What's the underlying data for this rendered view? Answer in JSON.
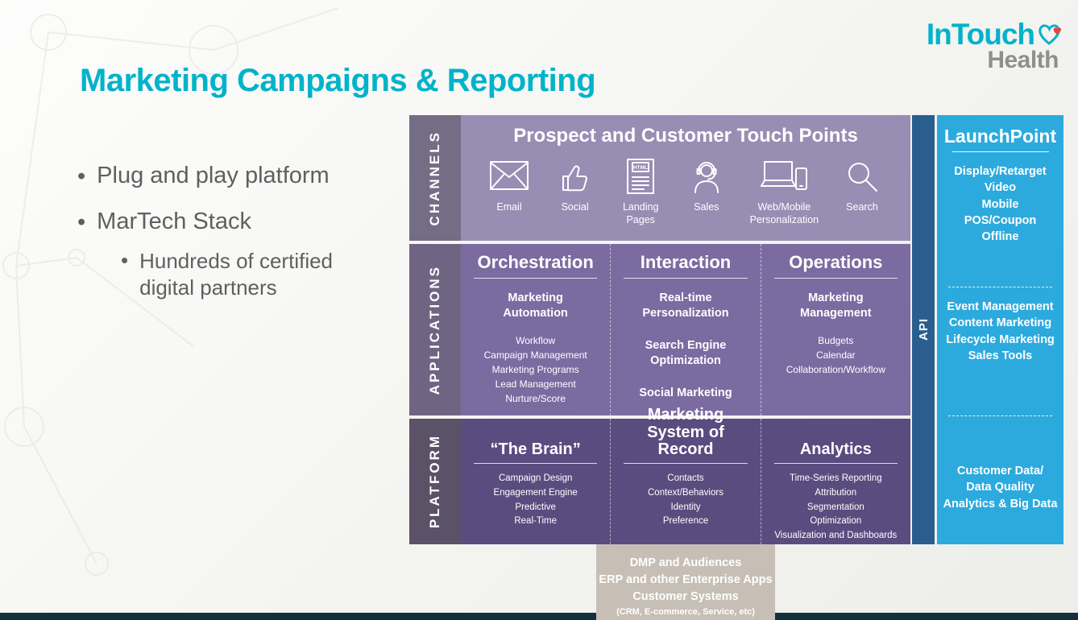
{
  "slide": {
    "title": "Marketing Campaigns & Reporting"
  },
  "logo": {
    "line1": "InTouch",
    "line2": "Health"
  },
  "bullets": [
    "Plug and play platform",
    "MarTech Stack",
    "Hundreds of certified digital partners"
  ],
  "diagram": {
    "channels": {
      "side_label": "CHANNELS",
      "title": "Prospect and Customer Touch Points",
      "items": [
        {
          "icon": "email-icon",
          "label": "Email"
        },
        {
          "icon": "thumbs-up-icon",
          "label": "Social"
        },
        {
          "icon": "landing-page-icon",
          "label": "Landing Pages"
        },
        {
          "icon": "sales-agent-icon",
          "label": "Sales"
        },
        {
          "icon": "web-mobile-icon",
          "label": "Web/Mobile Personalization"
        },
        {
          "icon": "search-icon",
          "label": "Search"
        }
      ]
    },
    "applications": {
      "side_label": "APPLICATIONS",
      "orchestration": {
        "heading": "Orchestration",
        "group_title": "Marketing Automation",
        "items": [
          "Workflow",
          "Campaign Management",
          "Marketing Programs",
          "Lead Management",
          "Nurture/Score"
        ]
      },
      "interaction": {
        "heading": "Interaction",
        "titles": [
          "Real-time Personalization",
          "Search Engine Optimization",
          "Social Marketing"
        ]
      },
      "operations": {
        "heading": "Operations",
        "group_title": "Marketing Management",
        "items": [
          "Budgets",
          "Calendar",
          "Collaboration/Workflow"
        ]
      }
    },
    "platform": {
      "side_label": "PLATFORM",
      "brain": {
        "heading": "“The Brain”",
        "items": [
          "Campaign Design",
          "Engagement Engine",
          "Predictive",
          "Real-Time"
        ]
      },
      "system_of_record": {
        "heading": "Marketing System of Record",
        "items": [
          "Contacts",
          "Context/Behaviors",
          "Identity",
          "Preference"
        ]
      },
      "analytics": {
        "heading": "Analytics",
        "items": [
          "Time-Series Reporting",
          "Attribution",
          "Segmentation",
          "Optimization",
          "Visualization and Dashboards"
        ]
      }
    },
    "api_label": "API",
    "launchpoint": {
      "heading": "LaunchPoint",
      "sections": [
        [
          "Display/Retarget",
          "Video",
          "Mobile",
          "POS/Coupon",
          "Offline"
        ],
        [
          "Event Management",
          "Content Marketing",
          "Lifecycle Marketing",
          "Sales Tools"
        ],
        [
          "Customer Data/",
          "Data Quality",
          "Analytics & Big Data"
        ]
      ]
    },
    "bottom_box": {
      "lines": [
        "DMP and Audiences",
        "ERP and other Enterprise Apps",
        "Customer Systems"
      ],
      "subline": "(CRM, E-commerce, Service, etc)"
    }
  },
  "colors": {
    "accent_teal": "#00b3ca",
    "channels_bg": "#988db3",
    "applications_bg": "#7b6ba1",
    "platform_bg": "#5a4c7f",
    "side_label_bg": "#6f6583",
    "api_bg": "#295e8e",
    "launchpoint_bg": "#2caade",
    "bottom_box_bg": "#c7bfb5",
    "bottom_strip": "#14313b"
  }
}
